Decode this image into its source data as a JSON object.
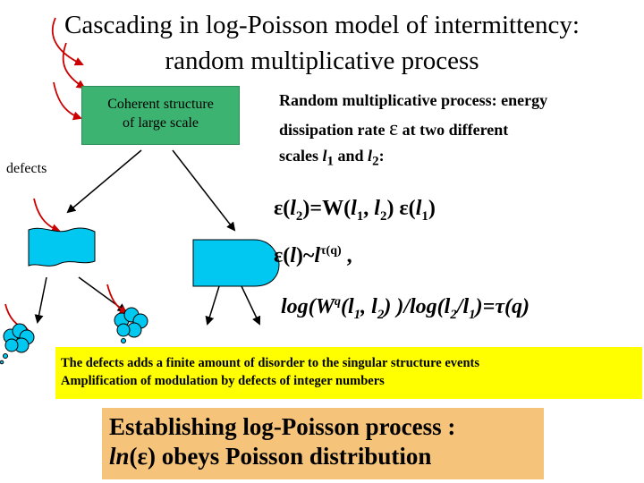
{
  "title": {
    "line1": "Cascading in log-Poisson model of intermittency:",
    "line2": "random multiplicative process"
  },
  "diagram": {
    "coherent_line1": "Coherent structure",
    "coherent_line2": "of large scale",
    "defects_label": "defects"
  },
  "description": {
    "line1": "Random multiplicative process: energy",
    "line2_a": "dissipation rate ",
    "line2_symbol": "ε",
    "line2_b": " at two different",
    "line3_a": "scales ",
    "line3_l1": "l",
    "line3_l1_sub": "1",
    "line3_mid": " and ",
    "line3_l2": "l",
    "line3_l2_sub": "2",
    "line3_end": ":"
  },
  "equations": {
    "eq1": {
      "p1": "ε(",
      "l_a": "l",
      "sub_a": "2",
      "p2": ")=W(",
      "l_b": "l",
      "sub_b": "1",
      "p3": ", ",
      "l_c": "l",
      "sub_c": "2",
      "p4": ") ε(",
      "l_d": "l",
      "sub_d": "1",
      "p5": ")"
    },
    "eq2": {
      "p1": "ε(",
      "l_a": "l",
      "p2": ")~",
      "l_b": "l",
      "sup": "τ(q)",
      "p3": " ,"
    },
    "eq3": {
      "p1": "log(W",
      "sup": "q",
      "p2": "(l",
      "sub_a": "1",
      "p3": ", l",
      "sub_b": "2",
      "p4": ") )/log(l",
      "sub_c": "2",
      "p5": "/l",
      "sub_d": "1",
      "p6": ")=τ(q)"
    }
  },
  "notes": {
    "yellow_line1": "The defects adds a finite amount of disorder to the singular structure events",
    "yellow_line2": "Amplification of modulation by defects of integer numbers"
  },
  "conclusion": {
    "line1": "Establishing log-Poisson process :",
    "line2_a": "ln",
    "line2_b": "(ε) obeys Poisson distribution"
  },
  "colors": {
    "coherent_fill": "#3cb371",
    "shape_fill": "#00c8f0",
    "defect_arrow": "#cc0000",
    "yellow_box": "#ffff00",
    "orange_box": "#f5c37a"
  }
}
